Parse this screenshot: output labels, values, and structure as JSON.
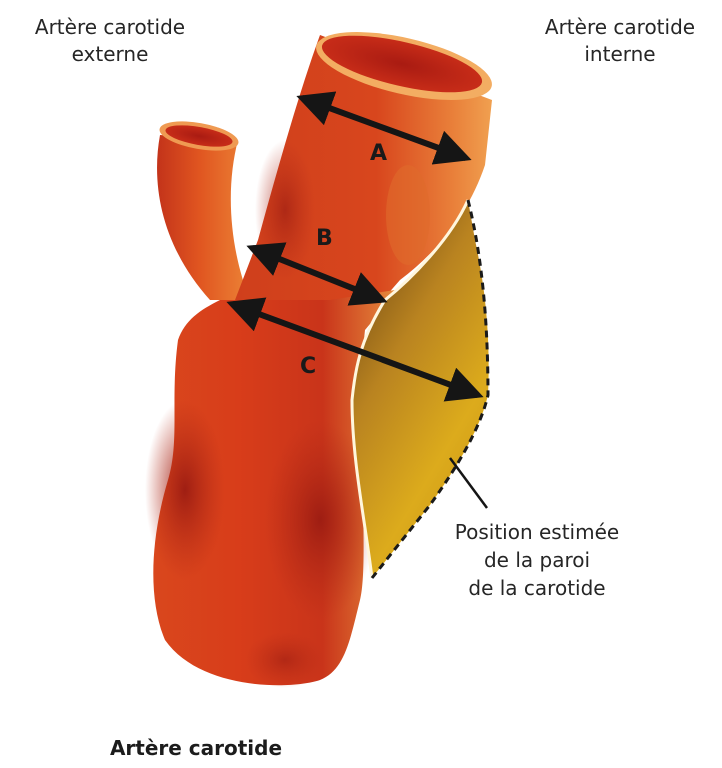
{
  "labels": {
    "external_artery": [
      "Artère carotide",
      "externe"
    ],
    "internal_artery": [
      "Artère carotide",
      "interne"
    ],
    "wall_position": [
      "Position estimée",
      "de la paroi",
      "de la carotide"
    ],
    "title": "Artère carotide"
  },
  "measurements": {
    "a": "A",
    "b": "B",
    "c": "C"
  },
  "colors": {
    "artery_red": "#d8401c",
    "artery_dark": "#a51d12",
    "artery_light": "#f09a48",
    "plaque_gold": "#d4a017",
    "plaque_dark": "#7a5216",
    "arrow": "#151515",
    "text": "#262626"
  }
}
